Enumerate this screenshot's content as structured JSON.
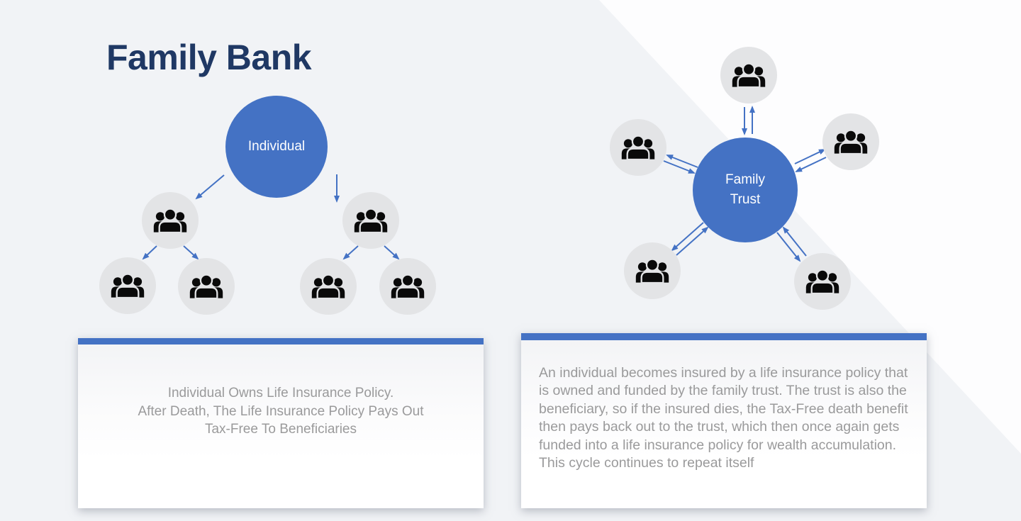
{
  "slide": {
    "title": "Family Bank"
  },
  "left_diagram": {
    "root_label": "Individual",
    "beneficiary_node_count": 6,
    "icon": "people-icon",
    "note_lines": [
      "Individual Owns Life Insurance Policy.",
      "After Death, The Life Insurance Policy Pays Out",
      "Tax-Free To Beneficiaries"
    ]
  },
  "right_diagram": {
    "center_label": "Family Trust",
    "member_node_count": 5,
    "icon": "people-icon",
    "note_text": "An individual becomes insured by a life insurance policy that is owned and funded by the family trust. The trust is also the beneficiary, so if the insured dies, the Tax-Free death benefit then pays back out to the trust, which then once again gets funded into a life insurance policy for wealth accumulation. This cycle continues to repeat itself"
  },
  "colors": {
    "accent_blue": "#4472C4",
    "title_navy": "#1F3864",
    "node_gray": "#E3E4E6",
    "icon_black": "#0A0A0A",
    "note_text_gray": "#9A9A9B",
    "background_gray": "#F1F3F6",
    "background_white": "#FDFDFE"
  }
}
